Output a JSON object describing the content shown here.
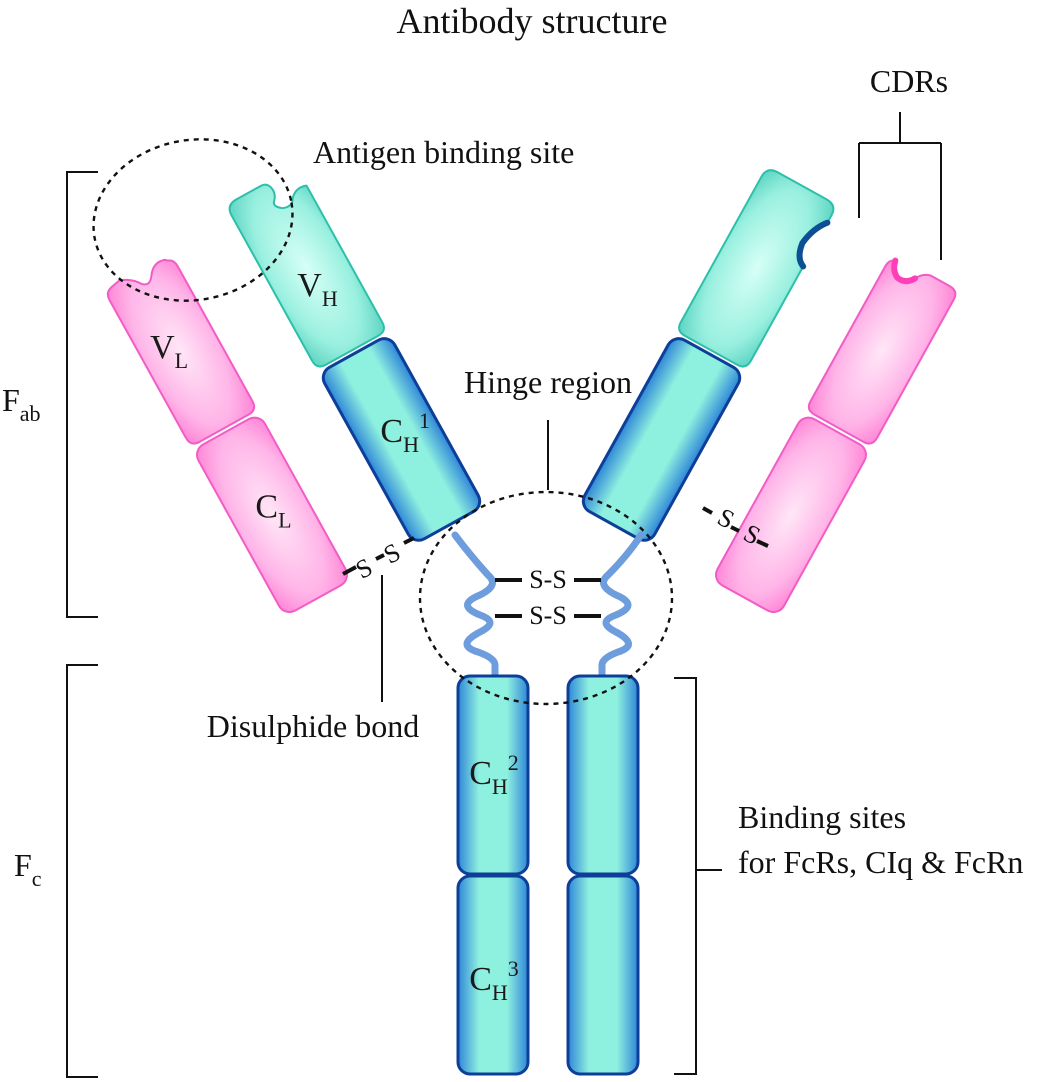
{
  "title": "Antibody structure",
  "labels": {
    "antigen_binding_site": "Antigen binding site",
    "cdrs": "CDRs",
    "hinge_region": "Hinge region",
    "disulphide_bond": "Disulphide bond",
    "binding_sites_line1": "Binding sites",
    "binding_sites_line2": "for FcRs, CIq & FcRn",
    "fab_main": "F",
    "fab_sub": "ab",
    "fc_main": "F",
    "fc_sub": "c"
  },
  "domains": {
    "vh": {
      "main": "V",
      "sub": "H",
      "sup": ""
    },
    "vl": {
      "main": "V",
      "sub": "L",
      "sup": ""
    },
    "ch1": {
      "main": "C",
      "sub": "H",
      "sup": "1"
    },
    "cl": {
      "main": "C",
      "sub": "L",
      "sup": ""
    },
    "ch2": {
      "main": "C",
      "sub": "H",
      "sup": "2"
    },
    "ch3": {
      "main": "C",
      "sub": "H",
      "sup": "3"
    }
  },
  "bonds": {
    "ss": "S-S",
    "s": "S"
  },
  "colors": {
    "heavy_variable": "#7ee8d6",
    "heavy_constant": "#2e86d6",
    "light_chain": "#ff9be0",
    "cdr_heavy": "#0d4f94",
    "cdr_light": "#ff3fb8",
    "hinge": "#6d9ddc"
  }
}
